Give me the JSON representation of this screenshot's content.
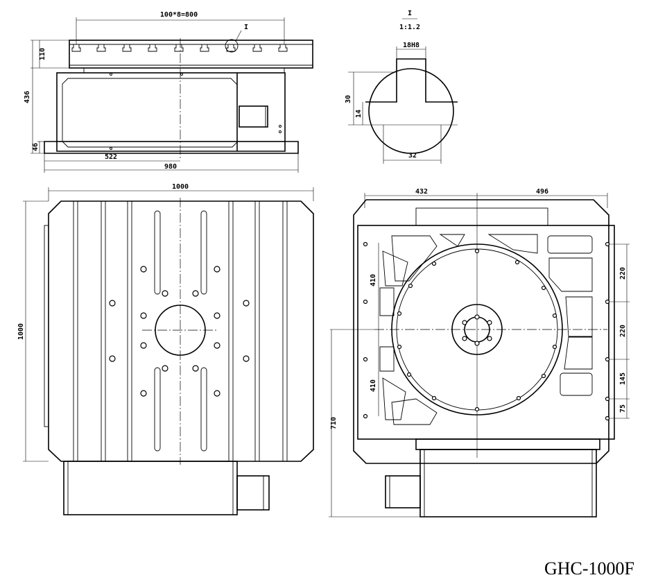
{
  "model": "GHC-1000F",
  "detail": {
    "label": "I",
    "scale": "1:1.2",
    "slot_width": "18H8",
    "depth": "30",
    "neck": "14",
    "bottom": "32"
  },
  "front_view": {
    "slot_pitch": "100*8=800",
    "section_mark": "I",
    "top_height": "110",
    "overall_height": "436",
    "base_height": "46",
    "center": "522",
    "length": "980"
  },
  "top_view": {
    "width": "1000",
    "height": "1000"
  },
  "side_view": {
    "left": "432",
    "right": "496",
    "d410a": "410",
    "d410b": "410",
    "d220a": "220",
    "d220b": "220",
    "d145": "145",
    "d75": "75",
    "d710": "710"
  }
}
